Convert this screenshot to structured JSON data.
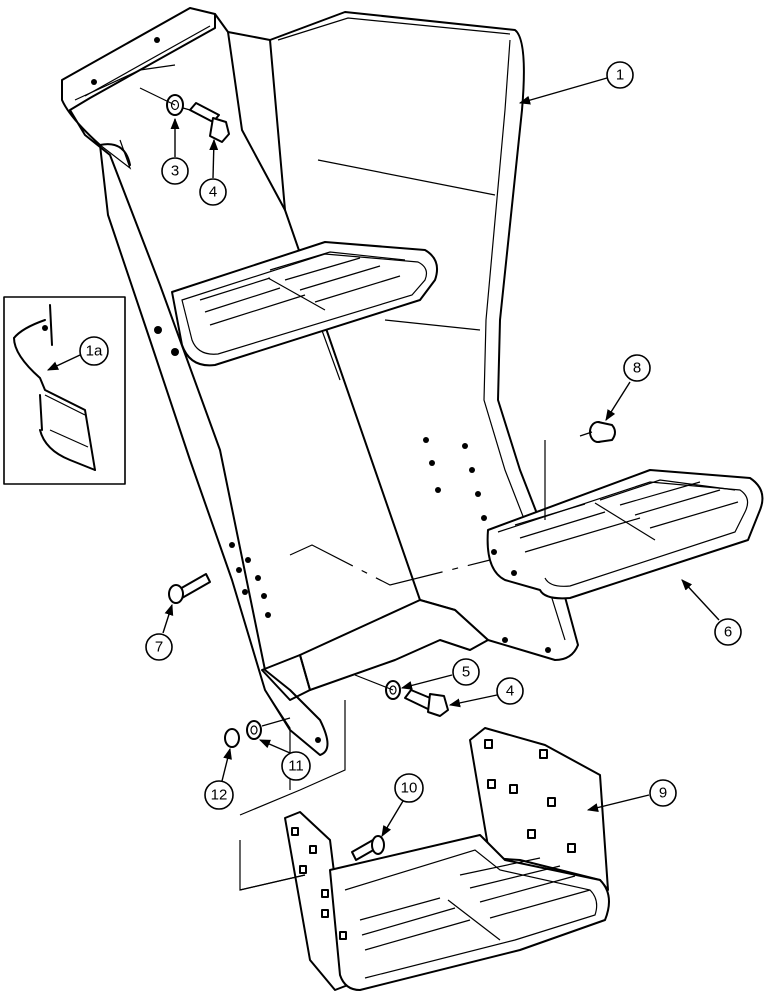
{
  "callouts": {
    "c1": "1",
    "c1a": "1a",
    "c3": "3",
    "c4a": "4",
    "c4b": "4",
    "c5": "5",
    "c6": "6",
    "c7": "7",
    "c8": "8",
    "c9": "9",
    "c10": "10",
    "c11": "11",
    "c12": "12"
  }
}
